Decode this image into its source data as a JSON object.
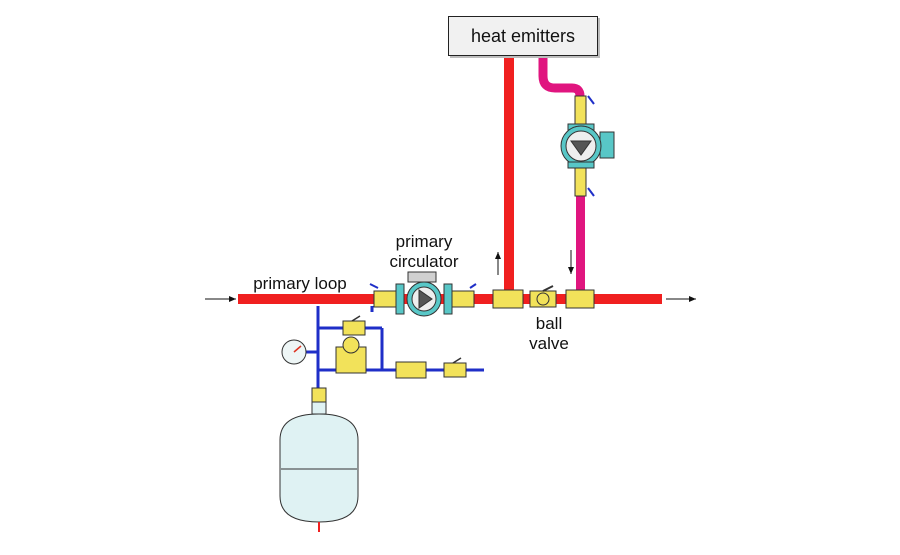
{
  "labels": {
    "heat_emitters": "heat emitters",
    "primary_loop": "primary loop",
    "primary_circulator": "primary\ncirculator",
    "ball_valve": "ball\nvalve"
  },
  "colors": {
    "supply_pipe": "#f02020",
    "return_pipe": "#e0157f",
    "small_pipe": "#1f2fc8",
    "brass": "#f2e25a",
    "pump_body": "#58c7c7",
    "tank": "#dff2f3"
  },
  "icons": {
    "flow_arrow": "arrow-icon",
    "pump": "circulator-pump-icon",
    "valve": "ball-valve-icon",
    "gauge": "pressure-gauge-icon",
    "tank": "expansion-tank-icon"
  }
}
